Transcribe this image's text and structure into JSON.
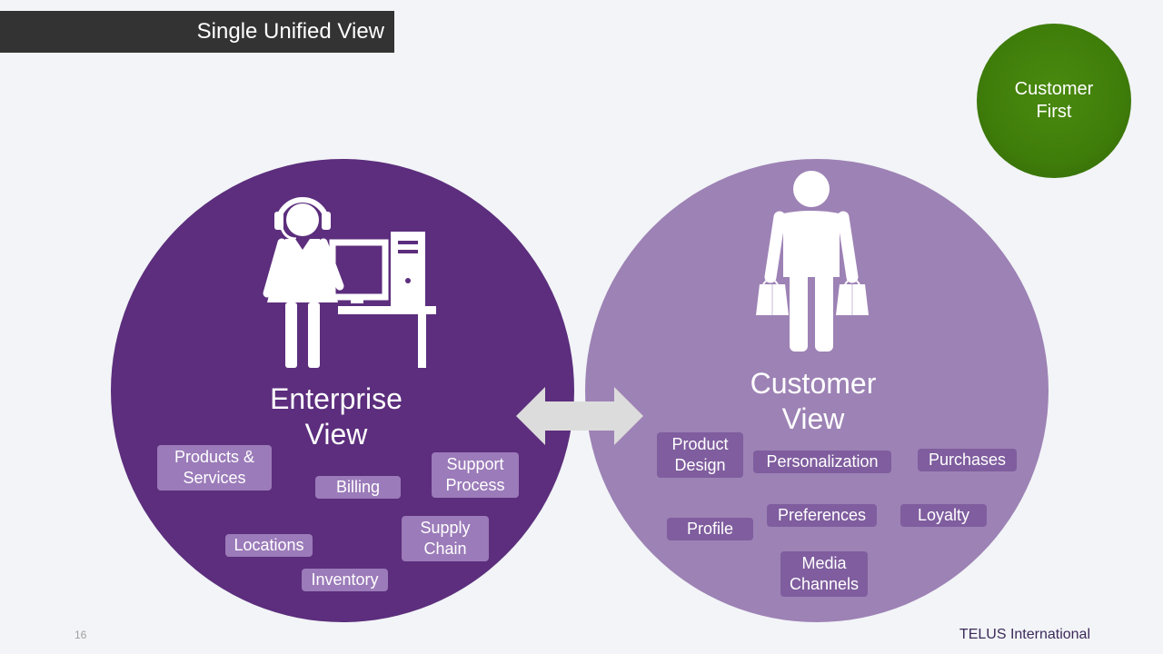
{
  "slide": {
    "title": "Single Unified View",
    "page_number": "16",
    "brand": "TELUS International"
  },
  "badge": {
    "line1": "Customer",
    "line2": "First"
  },
  "colors": {
    "enterprise_circle": "#5c2e7d",
    "customer_circle": "#9d82b5",
    "badge": "#3f7d0a",
    "title_bar": "#333333",
    "arrow": "#dcdcdc"
  },
  "enterprise": {
    "label_line1": "Enterprise",
    "label_line2": "View",
    "icon": "agent-at-computer-icon",
    "tags": [
      {
        "line1": "Products &",
        "line2": "Services"
      },
      {
        "line1": "Billing"
      },
      {
        "line1": "Support",
        "line2": "Process"
      },
      {
        "line1": "Supply",
        "line2": "Chain"
      },
      {
        "line1": "Locations"
      },
      {
        "line1": "Inventory"
      }
    ]
  },
  "customer": {
    "label_line1": "Customer",
    "label_line2": "View",
    "icon": "shopper-icon",
    "tags": [
      {
        "line1": "Product",
        "line2": "Design"
      },
      {
        "line1": "Personalization"
      },
      {
        "line1": "Purchases"
      },
      {
        "line1": "Profile"
      },
      {
        "line1": "Preferences"
      },
      {
        "line1": "Loyalty"
      },
      {
        "line1": "Media",
        "line2": "Channels"
      }
    ]
  },
  "connector": {
    "icon": "double-arrow-icon"
  }
}
